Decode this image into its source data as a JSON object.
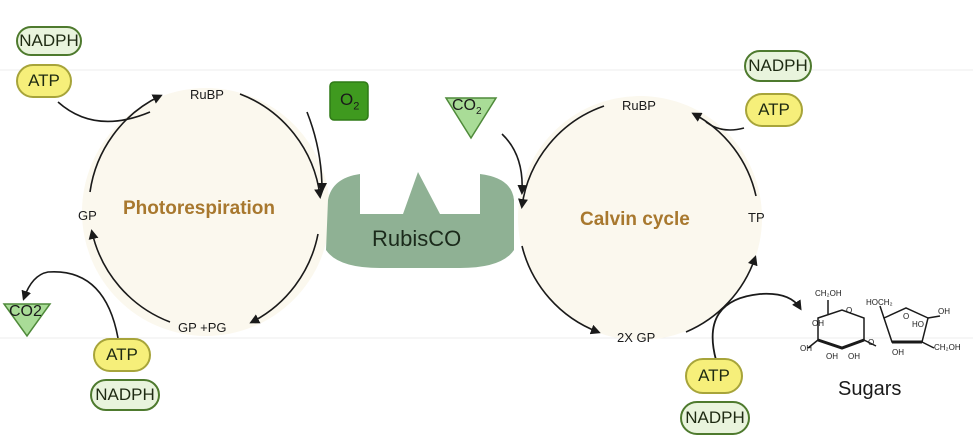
{
  "left_cycle": {
    "title": "Photorespiration",
    "nodes": {
      "top": "RuBP",
      "left": "GP",
      "bottom": "GP +PG"
    },
    "inputs_top": {
      "nadph": "NADPH",
      "atp": "ATP"
    },
    "inputs_bottom": {
      "atp": "ATP",
      "nadph": "NADPH"
    },
    "output": "CO2"
  },
  "center": {
    "enzyme": "RubisCO",
    "o2_label": "O",
    "o2_sub": "2",
    "co2_label": "CO",
    "co2_sub": "2"
  },
  "right_cycle": {
    "title": "Calvin cycle",
    "nodes": {
      "top": "RuBP",
      "right": "TP",
      "bottom": "2X GP"
    },
    "inputs_top": {
      "nadph": "NADPH",
      "atp": "ATP"
    },
    "inputs_bottom": {
      "atp": "ATP",
      "nadph": "NADPH"
    }
  },
  "sugars": {
    "label": "Sugars",
    "glucose": [
      "CH₂OH",
      "OH",
      "O",
      "OH",
      "OH",
      "OH"
    ],
    "fructose": [
      "HOCH₂",
      "O",
      "HO",
      "OH",
      "CH₂OH",
      "OH"
    ],
    "linker": "O"
  },
  "colors": {
    "cycle_fill": "#fbf8ee",
    "title_color": "#a8782e",
    "rubisco": "#8fb194",
    "o2_fill": "#3f9a1f",
    "co2_fill": "#a9dc97",
    "nadph_fill": "#e9f4dd",
    "atp_fill": "#f6ef7a"
  }
}
